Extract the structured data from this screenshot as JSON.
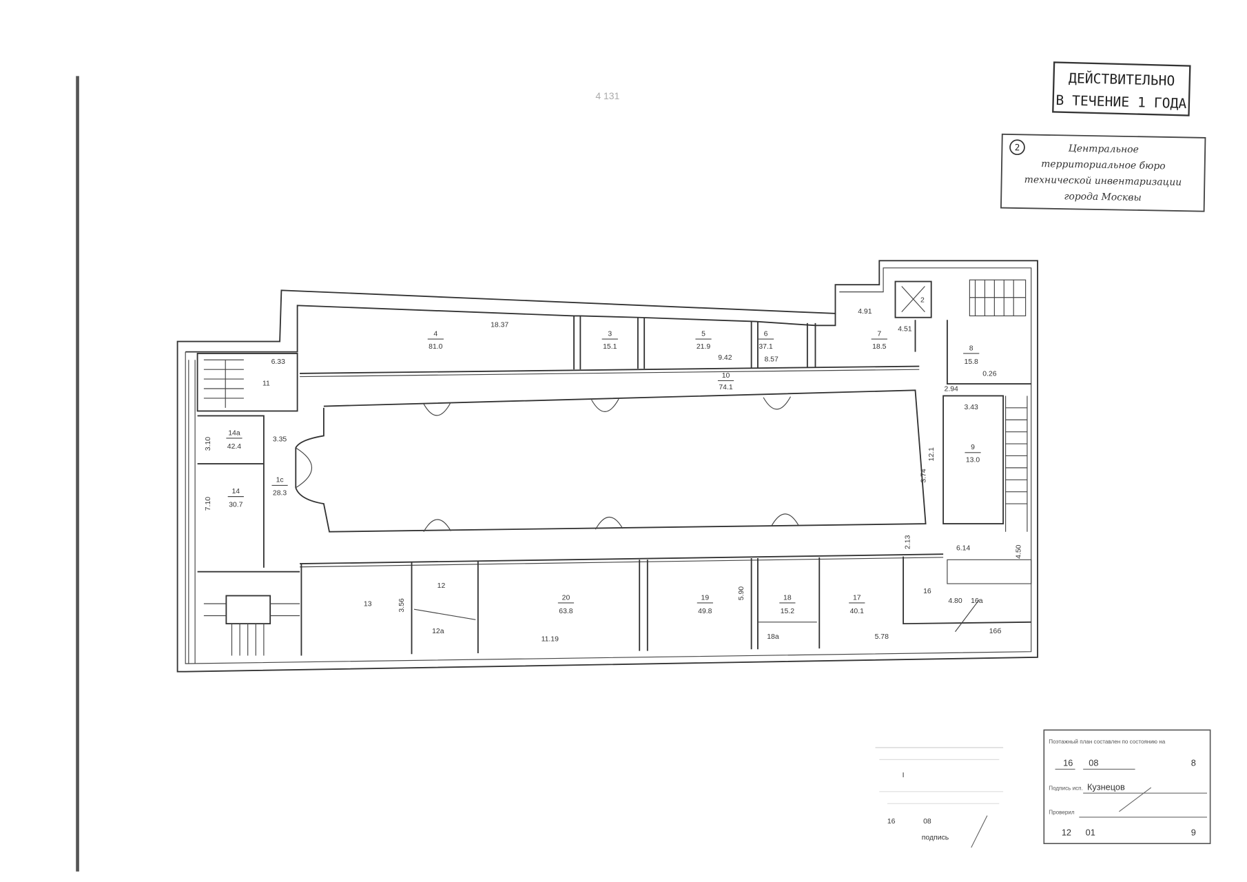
{
  "sheet_number": "4 131",
  "stamp_valid": {
    "line1": "ДЕЙСТВИТЕЛЬНО",
    "line2": "В ТЕЧЕНИЕ 1 ГОДА"
  },
  "stamp_bti": {
    "badge": "2",
    "lines": [
      "Центральное",
      "территориальное бюро",
      "технической инвентаризации",
      "города Москвы"
    ]
  },
  "certificate_left": {
    "numeral": "I",
    "date_day": "16",
    "date_month": "08",
    "signature_label": "подпись"
  },
  "certificate_right": {
    "header": "Поэтажный план составлен по состоянию на",
    "date_day": "16",
    "date_month": "08",
    "year_suffix": "8",
    "executor_label": "Подпись исп.",
    "executor_name": "Кузнецов",
    "checked_label": "Проверил",
    "check_day": "12",
    "check_month": "01",
    "check_year_suffix": "9"
  },
  "rooms": [
    {
      "num": "4",
      "area": "81.0"
    },
    {
      "num": "3",
      "area": "15.1"
    },
    {
      "num": "5",
      "area": "21.9"
    },
    {
      "num": "6",
      "area": "37.1"
    },
    {
      "num": "7",
      "area": "18.5"
    },
    {
      "num": "8",
      "area": "15.8"
    },
    {
      "num": "10",
      "area": "74.1"
    },
    {
      "num": "9",
      "area": "13.0"
    },
    {
      "num": "14а",
      "area": "42.4"
    },
    {
      "num": "14",
      "area": "30.7"
    },
    {
      "num": "1с",
      "area": "28.3"
    },
    {
      "num": "20",
      "area": "63.8"
    },
    {
      "num": "19",
      "area": "49.8"
    },
    {
      "num": "18",
      "area": "15.2"
    },
    {
      "num": "17",
      "area": "40.1"
    }
  ],
  "room_tags": [
    "2",
    "11",
    "13",
    "12",
    "12а",
    "18а",
    "16",
    "16а",
    "16б"
  ],
  "dimensions": [
    "18.37",
    "9.42",
    "8.57",
    "4.51",
    "4.91",
    "0.26",
    "2.94",
    "3.43",
    "12.1",
    "3.74",
    "6.33",
    "3.10",
    "3.35",
    "7.10",
    "3.56",
    "11.19",
    "5.90",
    "5.78",
    "4.80",
    "2.13",
    "6.14",
    "4.50"
  ]
}
